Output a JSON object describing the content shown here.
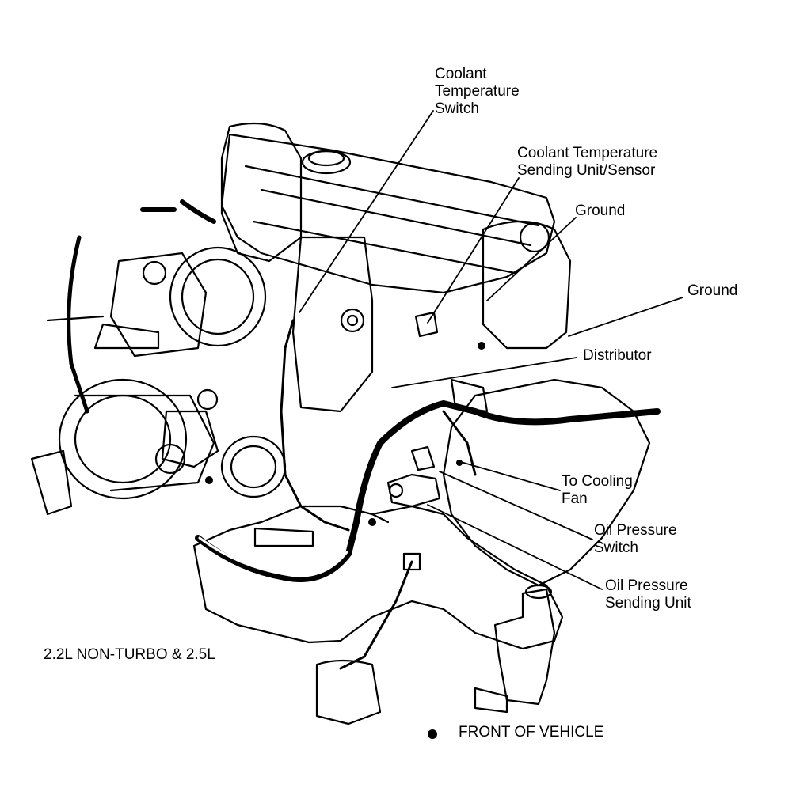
{
  "callouts": {
    "coolant_temp_switch": [
      "Coolant",
      "Temperature",
      "Switch"
    ],
    "coolant_temp_sender": [
      "Coolant Temperature",
      "Sending Unit/Sensor"
    ],
    "ground_1": [
      "Ground"
    ],
    "ground_2": [
      "Ground"
    ],
    "distributor": [
      "Distributor"
    ],
    "to_cooling_fan": [
      "To Cooling",
      "Fan"
    ],
    "oil_pressure_switch": [
      "Oil Pressure",
      "Switch"
    ],
    "oil_pressure_sender": [
      "Oil Pressure",
      "Sending Unit"
    ]
  },
  "engine_variant": "2.2L NON-TURBO & 2.5L",
  "front_indicator": "FRONT OF VEHICLE",
  "icons": {
    "front_marker": "filled-dot-icon"
  },
  "colors": {
    "ink": "#000000",
    "paper": "#ffffff"
  }
}
